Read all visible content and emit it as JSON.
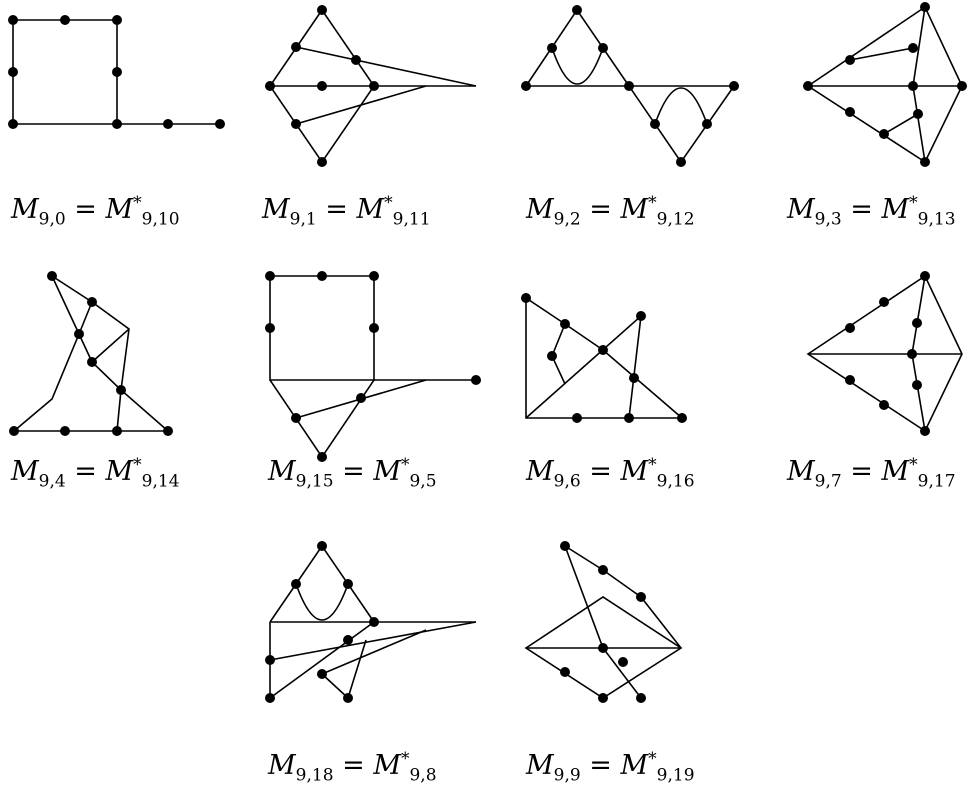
{
  "diagrams": [
    {
      "id": "m9_0",
      "lhs": {
        "base": "M",
        "sub": "9,0"
      },
      "rhs": {
        "base": "M",
        "sub": "9,10",
        "sup": "*"
      }
    },
    {
      "id": "m9_1",
      "lhs": {
        "base": "M",
        "sub": "9,1"
      },
      "rhs": {
        "base": "M",
        "sub": "9,11",
        "sup": "*"
      }
    },
    {
      "id": "m9_2",
      "lhs": {
        "base": "M",
        "sub": "9,2"
      },
      "rhs": {
        "base": "M",
        "sub": "9,12",
        "sup": "*"
      }
    },
    {
      "id": "m9_3",
      "lhs": {
        "base": "M",
        "sub": "9,3"
      },
      "rhs": {
        "base": "M",
        "sub": "9,13",
        "sup": "*"
      }
    },
    {
      "id": "m9_4",
      "lhs": {
        "base": "M",
        "sub": "9,4"
      },
      "rhs": {
        "base": "M",
        "sub": "9,14",
        "sup": "*"
      }
    },
    {
      "id": "m9_15",
      "lhs": {
        "base": "M",
        "sub": "9,15"
      },
      "rhs": {
        "base": "M",
        "sub": "9,5",
        "sup": "*"
      }
    },
    {
      "id": "m9_6",
      "lhs": {
        "base": "M",
        "sub": "9,6"
      },
      "rhs": {
        "base": "M",
        "sub": "9,16",
        "sup": "*"
      }
    },
    {
      "id": "m9_7",
      "lhs": {
        "base": "M",
        "sub": "9,7"
      },
      "rhs": {
        "base": "M",
        "sub": "9,17",
        "sup": "*"
      }
    },
    {
      "id": "m9_18",
      "lhs": {
        "base": "M",
        "sub": "9,18"
      },
      "rhs": {
        "base": "M",
        "sub": "9,8",
        "sup": "*"
      }
    },
    {
      "id": "m9_9",
      "lhs": {
        "base": "M",
        "sub": "9,9"
      },
      "rhs": {
        "base": "M",
        "sub": "9,19",
        "sup": "*"
      }
    }
  ],
  "equals": "="
}
